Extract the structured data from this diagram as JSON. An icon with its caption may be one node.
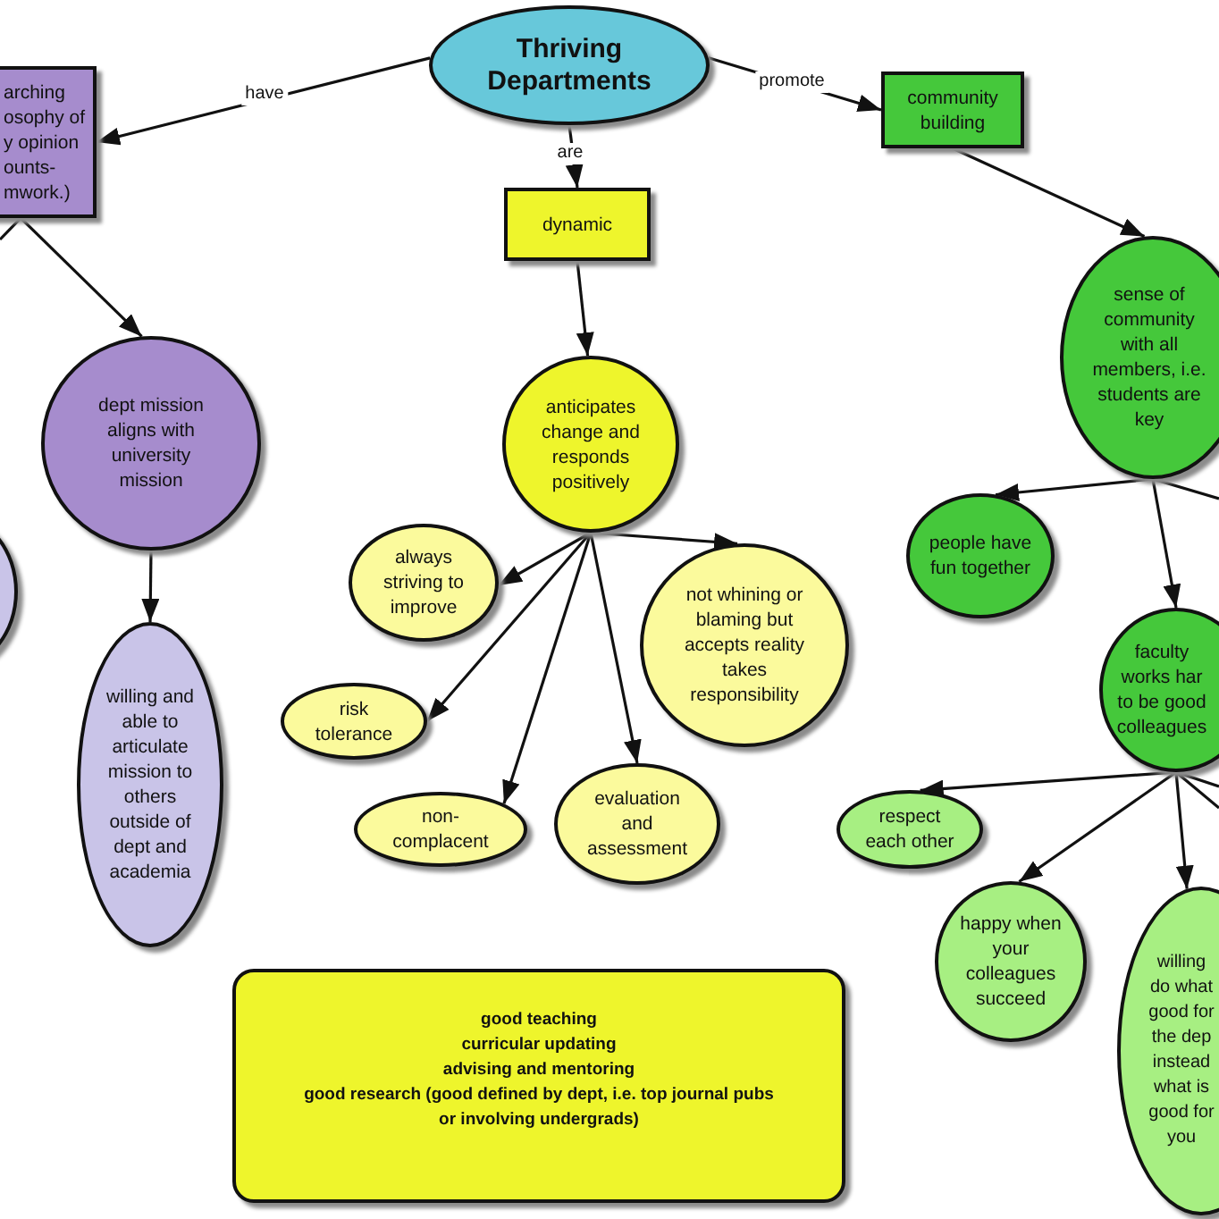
{
  "diagram": {
    "nodes": [
      {
        "text": [
          "Thriving Departments"
        ]
      },
      {
        "text": [
          "arching osophy of y opinion ounts- mwork.)"
        ]
      },
      {
        "text": [
          "dynamic"
        ]
      },
      {
        "text": [
          "community building"
        ]
      },
      {
        "text": [
          "dept mission aligns with university mission"
        ]
      },
      {
        "text": [
          "willing and able to articulate mission to others outside of dept and academia"
        ]
      },
      {
        "text": [],
        "shape": "ellipse"
      },
      {
        "text": [
          "anticipates change and responds positively"
        ]
      },
      {
        "text": [
          "always striving to improve"
        ]
      },
      {
        "text": [
          "not whining or blaming but accepts reality takes responsibility"
        ]
      },
      {
        "text": [
          "risk tolerance"
        ]
      },
      {
        "text": [
          "non-complacent"
        ]
      },
      {
        "text": [
          "evaluation and assessment"
        ]
      },
      {
        "text": [
          "sense of community with all members, i.e. students are key"
        ]
      },
      {
        "text": [
          "people have fun together"
        ]
      },
      {
        "text": [
          "faculty works har to be good colleagues"
        ]
      },
      {
        "text": [
          "respect each other"
        ]
      },
      {
        "text": [
          "happy when your colleagues succeed"
        ]
      },
      {
        "text": [
          "willing do what good for the dep instead what is good for you"
        ]
      },
      {
        "text": [
          "good teaching",
          "curricular updating",
          "advising and mentoring",
          "good research (good defined by dept, i.e. top journal pubs or involving undergrads)"
        ]
      }
    ],
    "edges": [
      {
        "from": 0,
        "to": 1,
        "arrow": "to",
        "label": "have"
      },
      {
        "from": 0,
        "to": 2,
        "arrow": "to",
        "label": "are"
      },
      {
        "from": 0,
        "to": 3,
        "arrow": "to",
        "label": "promote"
      },
      {
        "from": 1,
        "to": 4,
        "arrow": "to"
      },
      {
        "from": 1,
        "to": null,
        "arrow": "none"
      },
      {
        "from": 4,
        "to": 5,
        "arrow": "to"
      },
      {
        "from": 2,
        "to": 7,
        "arrow": "to"
      },
      {
        "from": 7,
        "to": 8,
        "arrow": "to"
      },
      {
        "from": 7,
        "to": 9,
        "arrow": "to"
      },
      {
        "from": 7,
        "to": 10,
        "arrow": "to"
      },
      {
        "from": 7,
        "to": 11,
        "arrow": "to"
      },
      {
        "from": 7,
        "to": 12,
        "arrow": "to"
      },
      {
        "from": 3,
        "to": 13,
        "arrow": "to"
      },
      {
        "from": 13,
        "to": 14,
        "arrow": "to"
      },
      {
        "from": 13,
        "to": 15,
        "arrow": "to"
      },
      {
        "from": 13,
        "to": null,
        "arrow": "none"
      },
      {
        "from": 15,
        "to": 16,
        "arrow": "to"
      },
      {
        "from": 15,
        "to": 17,
        "arrow": "to"
      },
      {
        "from": 15,
        "to": 18,
        "arrow": "to"
      },
      {
        "from": 15,
        "to": null,
        "arrow": "none"
      },
      {
        "from": 15,
        "to": null,
        "arrow": "none"
      }
    ]
  }
}
